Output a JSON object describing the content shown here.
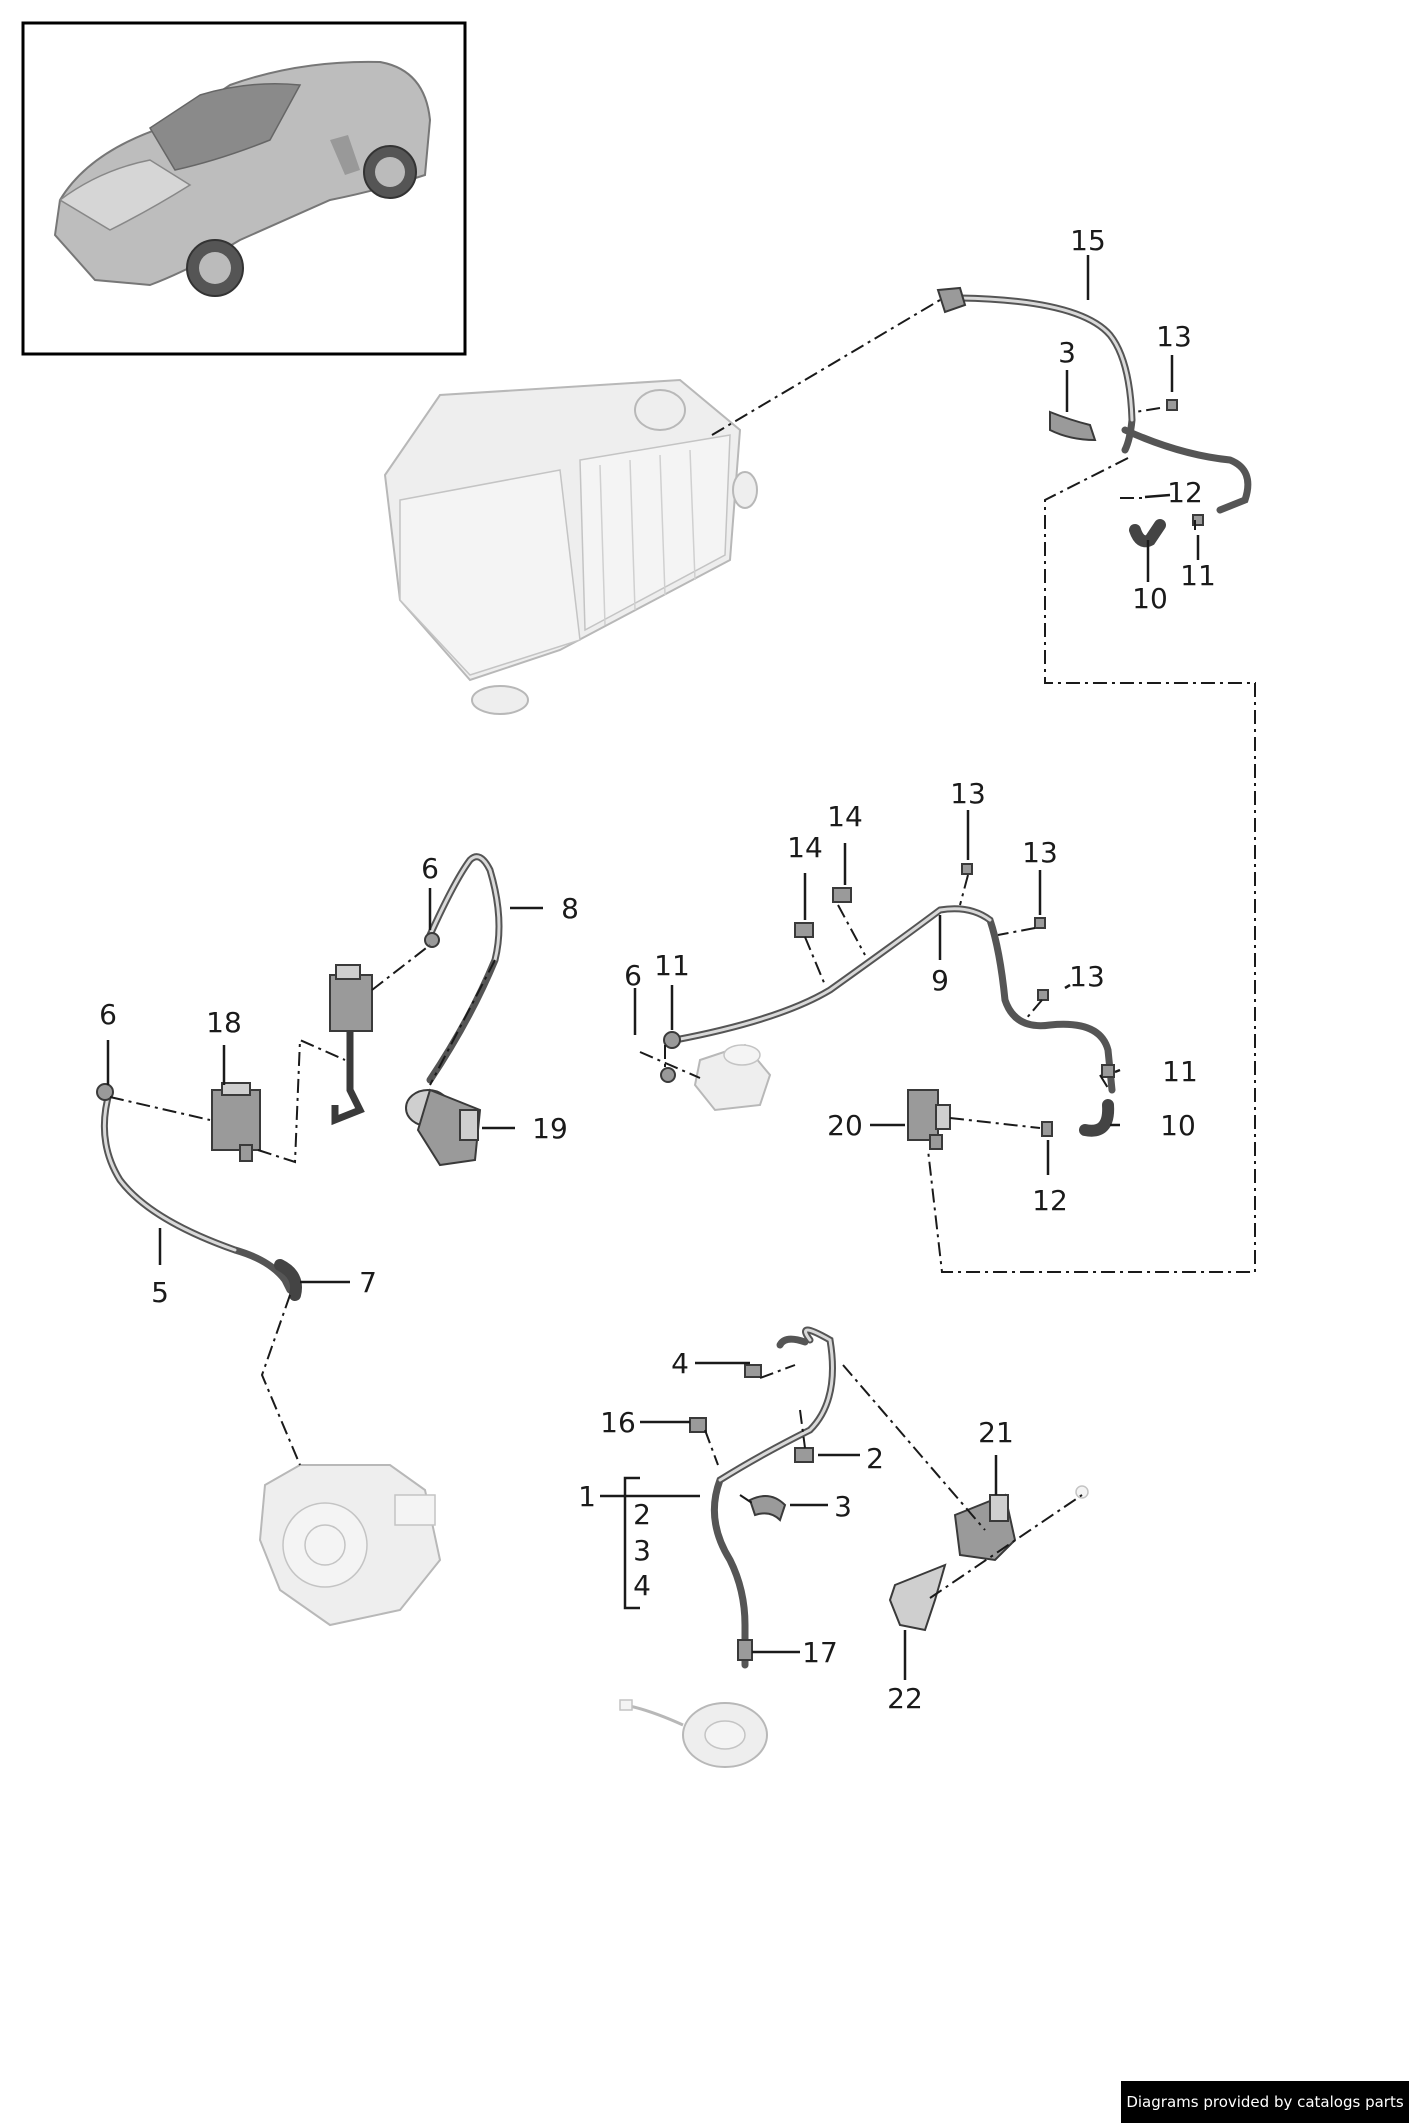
{
  "callouts": [
    "1",
    "2",
    "3",
    "4",
    "5",
    "6",
    "7",
    "8",
    "9",
    "10",
    "11",
    "12",
    "13",
    "14",
    "15",
    "16",
    "17",
    "18",
    "19",
    "20",
    "21",
    "22"
  ],
  "credit": "Diagrams provided by catalogs parts",
  "colors": {
    "line": "#1a1a1a",
    "ghost_part": "#eeeeee",
    "credit_bg": "#000000",
    "credit_text": "#ffffff"
  }
}
